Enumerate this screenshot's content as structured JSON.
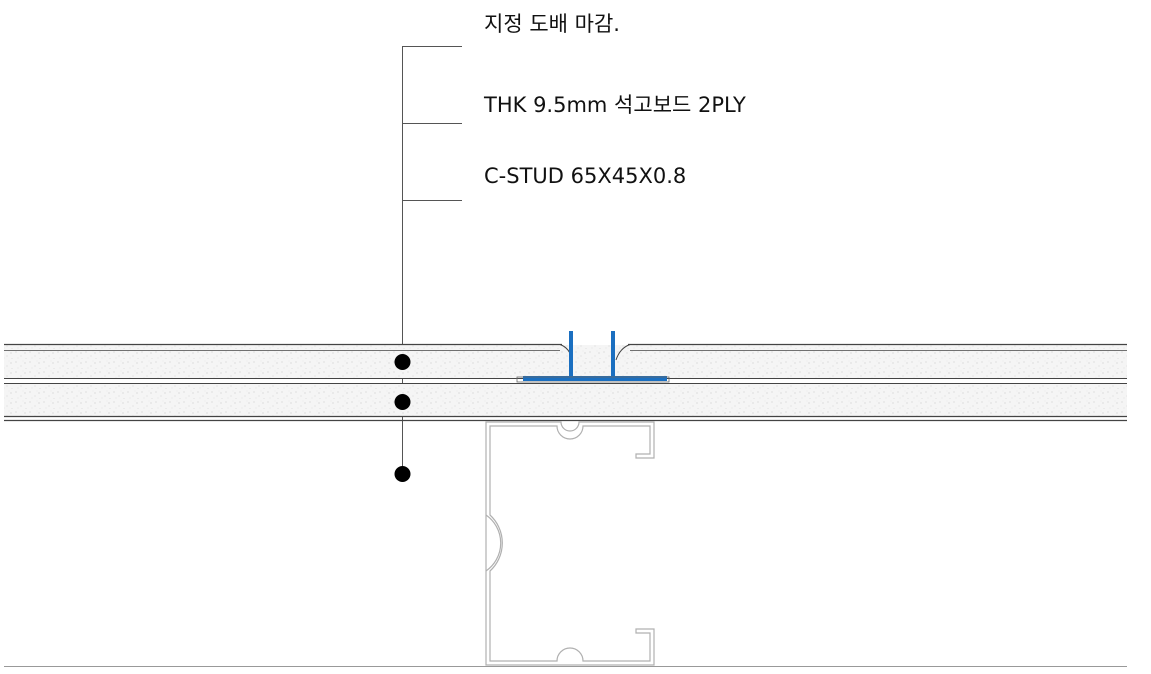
{
  "callouts": [
    {
      "label": "지정 도배 마감."
    },
    {
      "label": "THK 9.5mm 석고보드 2PLY"
    },
    {
      "label": "C-STUD 65X45X0.8"
    }
  ],
  "colors": {
    "background": "#ffffff",
    "leader_line": "#555555",
    "board_edge": "#444444",
    "board_fill": "#f4f4f4",
    "stud_outline": "#b0b0b0",
    "joint_clip": "#1b6fc0",
    "marker_dot": "#000000"
  },
  "icons": {
    "marker": "filled-circle-dot"
  }
}
